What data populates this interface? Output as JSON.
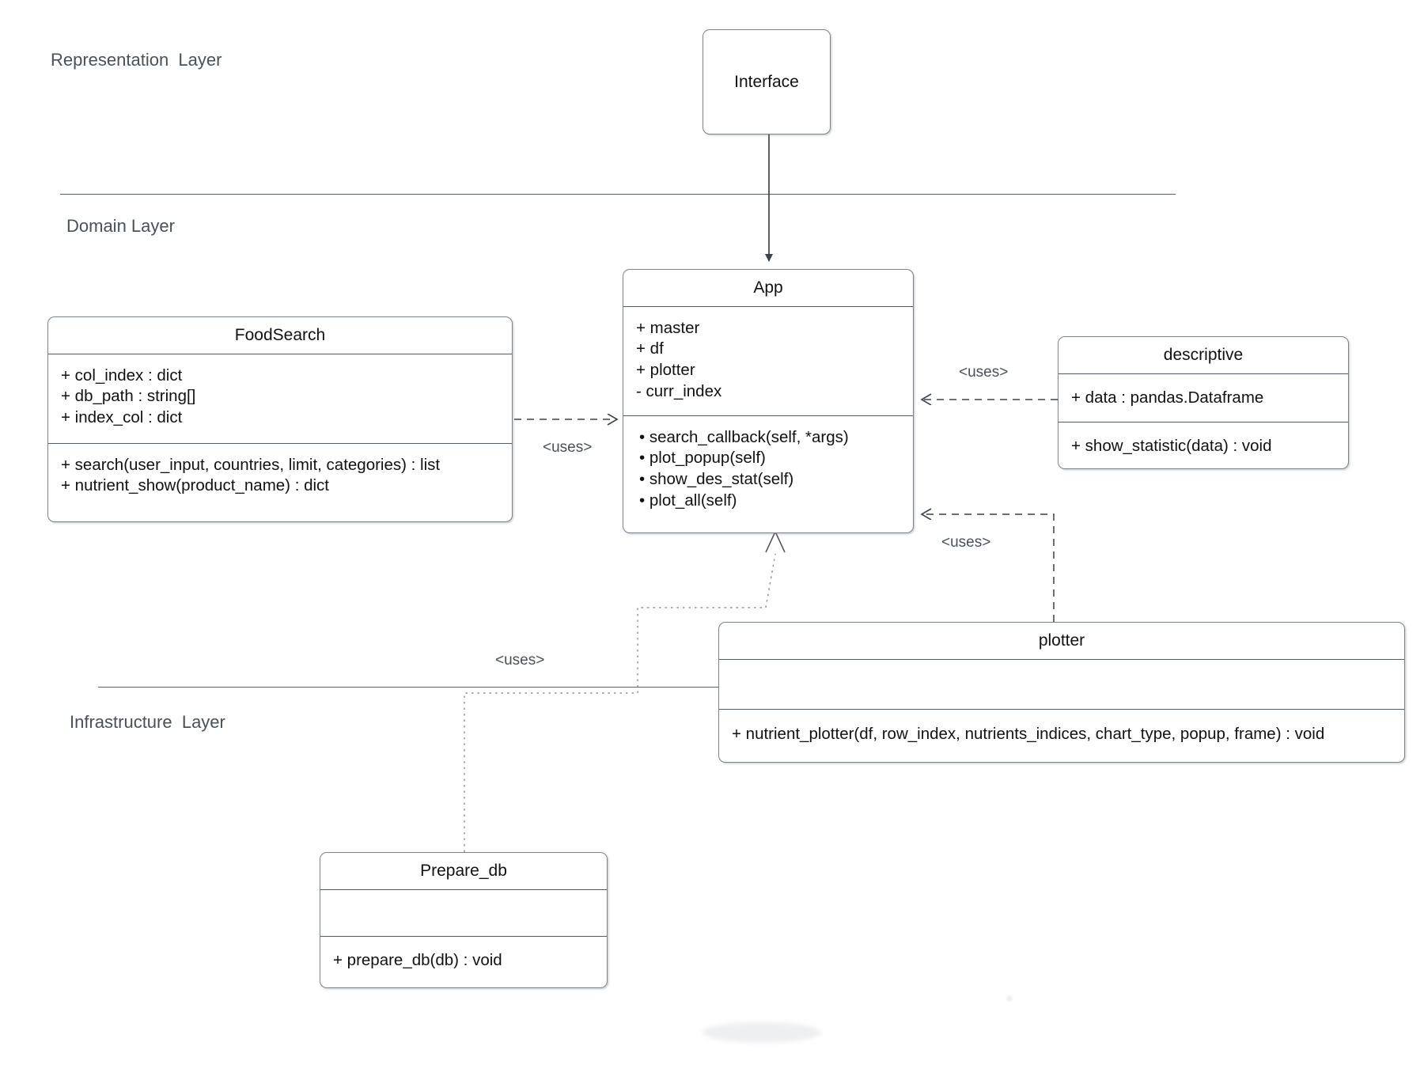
{
  "diagram": {
    "title": "Layered UML class diagram",
    "layers": [
      {
        "id": "representation",
        "label": "Representation  Layer"
      },
      {
        "id": "domain",
        "label": "Domain Layer"
      },
      {
        "id": "infrastructure",
        "label": "Infrastructure  Layer"
      }
    ],
    "classes": {
      "interface": {
        "name": "Interface",
        "attributes": [],
        "methods": []
      },
      "app": {
        "name": "App",
        "attributes": [
          "+ master",
          "+ df",
          "+ plotter",
          "- curr_index"
        ],
        "methods": [
          "search_callback(self, *args)",
          "plot_popup(self)",
          "show_des_stat(self)",
          "plot_all(self)"
        ]
      },
      "foodsearch": {
        "name": "FoodSearch",
        "attributes": [
          "+ col_index : dict",
          "+ db_path : string[]",
          "+ index_col : dict"
        ],
        "methods": [
          "+ search(user_input, countries, limit, categories) : list",
          "+ nutrient_show(product_name) : dict"
        ]
      },
      "descriptive": {
        "name": "descriptive",
        "attributes": [
          "+ data : pandas.Dataframe"
        ],
        "methods": [
          "+ show_statistic(data) : void"
        ]
      },
      "plotter": {
        "name": "plotter",
        "attributes": [],
        "methods": [
          "+ nutrient_plotter(df, row_index, nutrients_indices, chart_type, popup, frame) : void"
        ]
      },
      "prepare_db": {
        "name": "Prepare_db",
        "attributes": [],
        "methods": [
          "+ prepare_db(db) : void"
        ]
      }
    },
    "connectors": [
      {
        "id": "interface-to-app",
        "label": "",
        "from": "interface",
        "to": "app",
        "style": "solid",
        "arrow": "filled"
      },
      {
        "id": "foodsearch-to-app",
        "label": "<uses>",
        "from": "foodsearch",
        "to": "app",
        "style": "dashed",
        "arrow": "open"
      },
      {
        "id": "descriptive-to-app",
        "label": "<uses>",
        "from": "descriptive",
        "to": "app",
        "style": "dashed",
        "arrow": "open"
      },
      {
        "id": "plotter-to-app",
        "label": "<uses>",
        "from": "plotter",
        "to": "app",
        "style": "dashed",
        "arrow": "open"
      },
      {
        "id": "prepare-db-to-app",
        "label": "<uses>",
        "from": "prepare_db",
        "to": "app",
        "style": "dotted",
        "arrow": "hollow-triangle"
      }
    ],
    "colors": {
      "box_border": "#7b828c",
      "separator": "#555b63",
      "text": "#111111",
      "label_text": "#4a5059",
      "connector": "#3d434b",
      "background": "#ffffff"
    }
  }
}
